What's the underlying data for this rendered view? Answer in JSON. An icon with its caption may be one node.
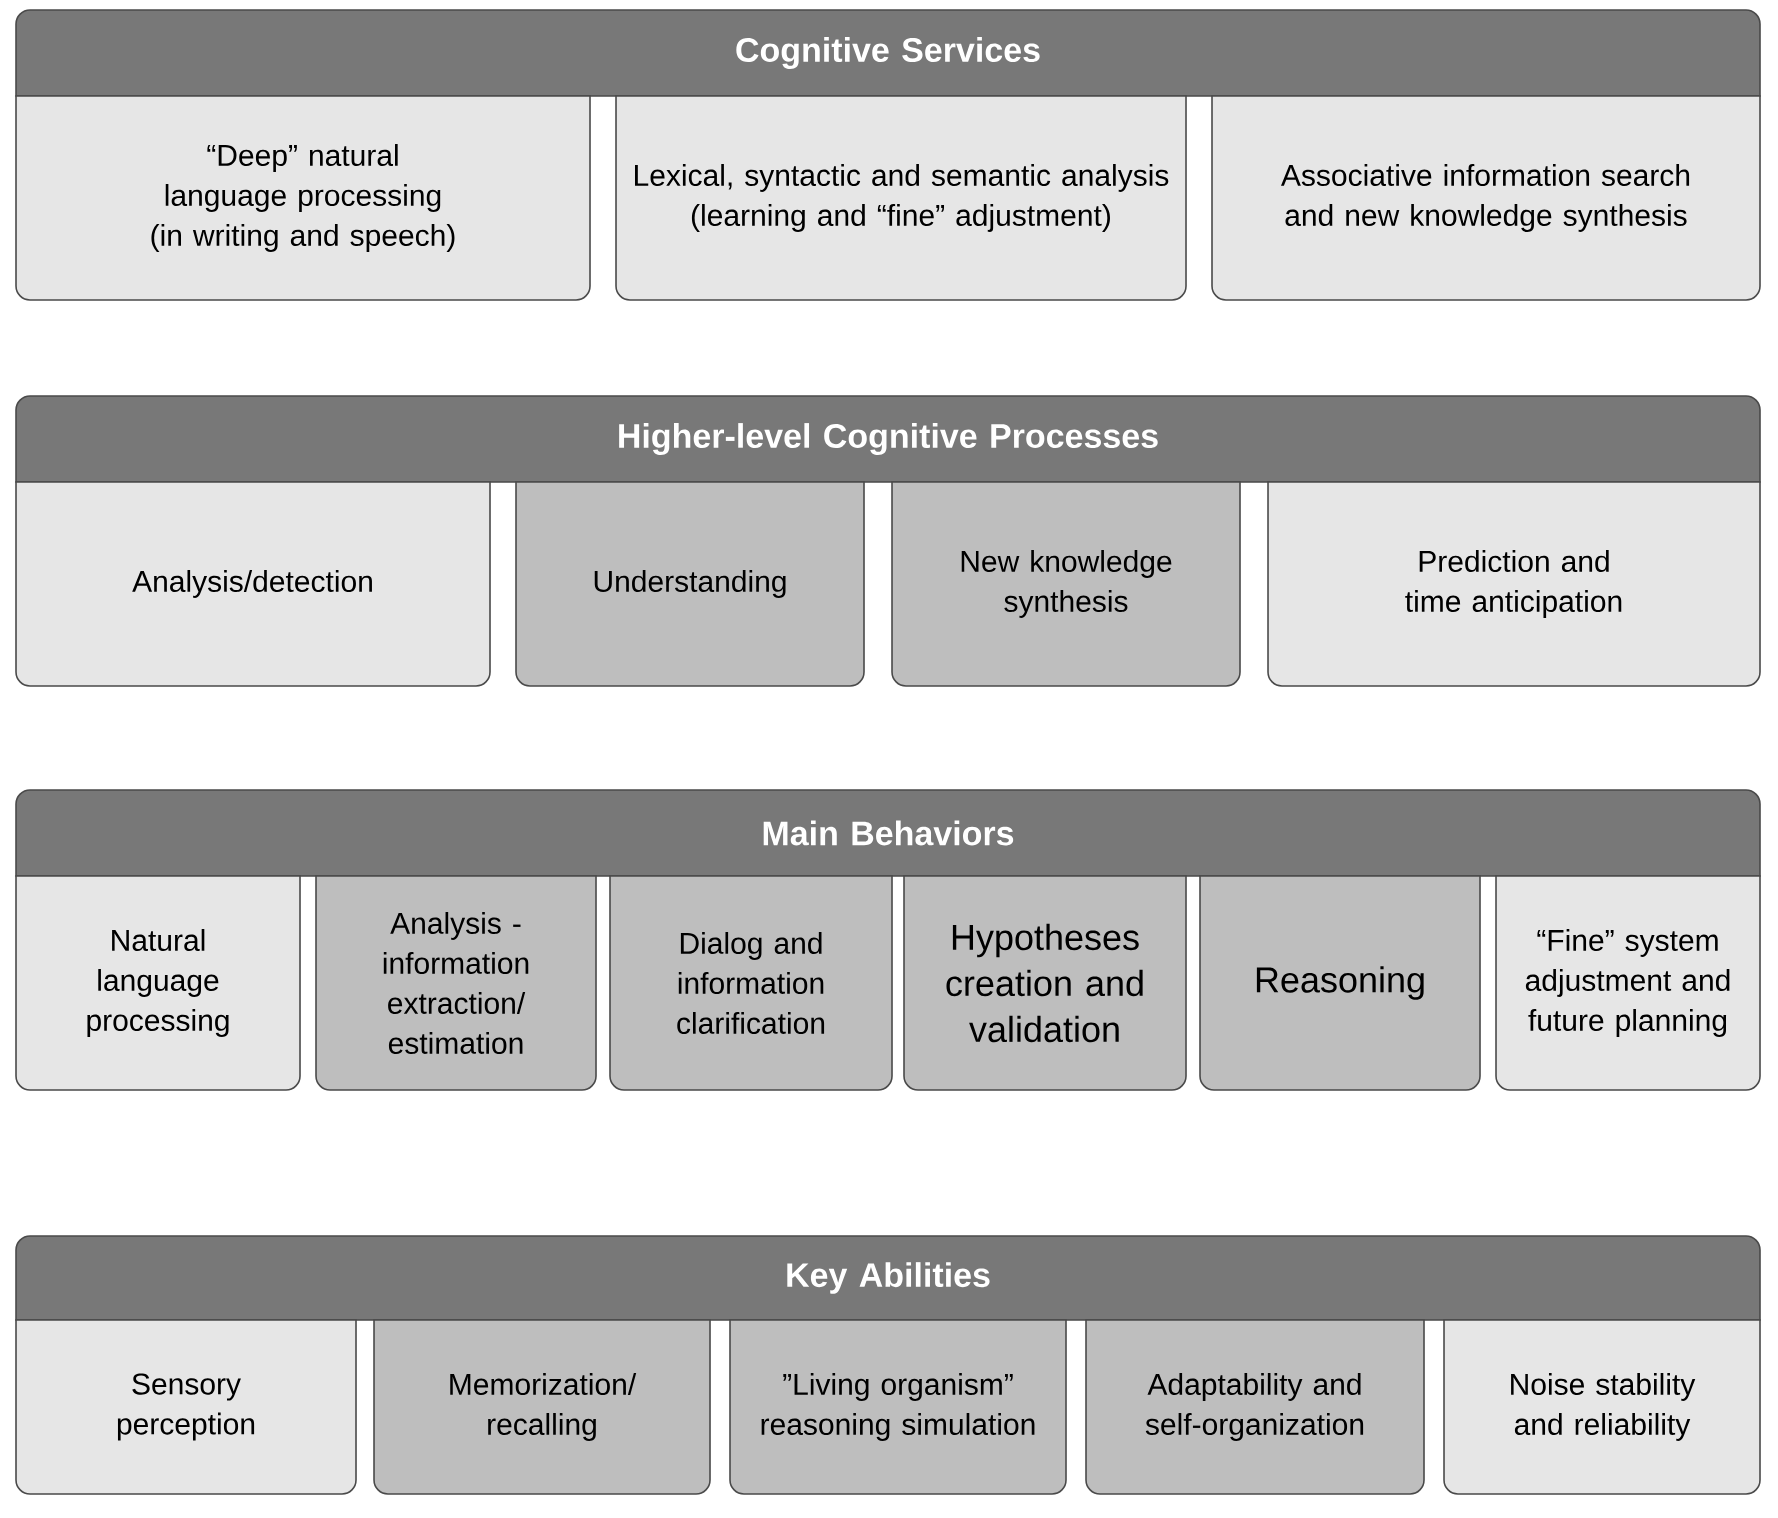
{
  "diagram": {
    "nodes": [
      {
        "text": [
          "Cognitive Services"
        ]
      },
      {
        "text": [
          "“Deep” natural language processing (in writing and speech)"
        ]
      },
      {
        "text": [
          "Lexical, syntactic and semantic analysis (learning and “fine” adjustment)"
        ]
      },
      {
        "text": [
          "Associative information search and new knowledge synthesis"
        ]
      },
      {
        "text": [
          "Higher-level Cognitive Processes"
        ]
      },
      {
        "text": [
          "Analysis/detection"
        ]
      },
      {
        "text": [
          "Understanding"
        ]
      },
      {
        "text": [
          "New knowledge synthesis"
        ]
      },
      {
        "text": [
          "Prediction and time anticipation"
        ]
      },
      {
        "text": [
          "Main Behaviors"
        ]
      },
      {
        "text": [
          "Natural language processing"
        ]
      },
      {
        "text": [
          "Analysis - information extraction/ estimation"
        ]
      },
      {
        "text": [
          "Dialog and information clarification"
        ]
      },
      {
        "text": [
          "Hypotheses creation and validation"
        ]
      },
      {
        "text": [
          "Reasoning"
        ]
      },
      {
        "text": [
          "“Fine” system adjustment and future planning"
        ]
      },
      {
        "text": [
          "Key Abilities"
        ]
      },
      {
        "text": [
          "Sensory perception"
        ]
      },
      {
        "text": [
          "Memorization/ recalling"
        ]
      },
      {
        "text": [
          "”Living organism” reasoning simulation"
        ]
      },
      {
        "text": [
          "Adaptability and self-organization"
        ]
      },
      {
        "text": [
          "Noise stability and reliability"
        ]
      }
    ]
  }
}
